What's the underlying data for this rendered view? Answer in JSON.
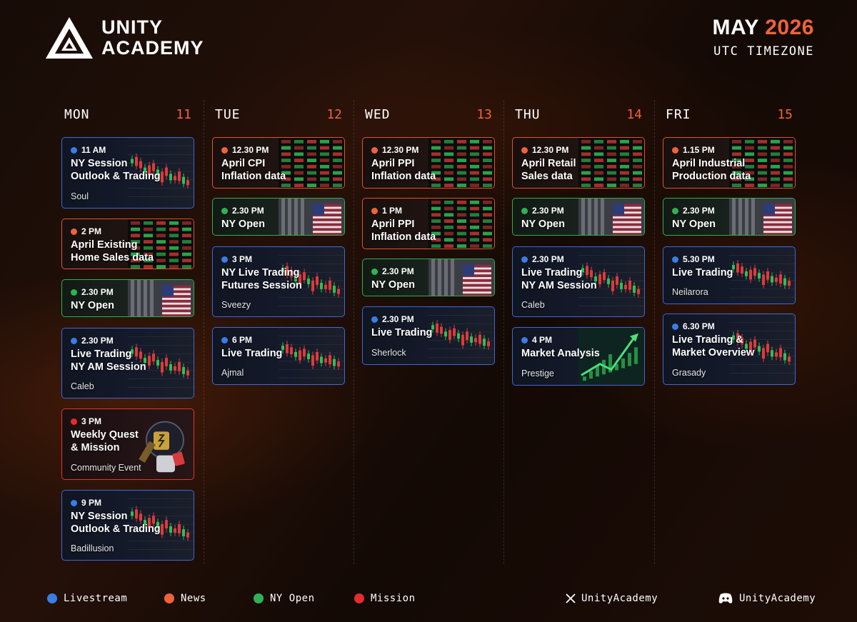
{
  "brand": {
    "line1": "UNITY",
    "line2": "ACADEMY"
  },
  "header": {
    "month": "MAY",
    "year": "2026",
    "timezone": "UTC TIMEZONE"
  },
  "colors": {
    "livestream": "#3a7de6",
    "news": "#f0633a",
    "ny_open": "#2fb352",
    "mission": "#e52b2b",
    "accent": "#f0633a"
  },
  "days": [
    {
      "name": "MON",
      "date": "11",
      "events": [
        {
          "type": "live",
          "time": "11 AM",
          "title": [
            "NY Session",
            "Outlook & Trading"
          ],
          "host": "Soul"
        },
        {
          "type": "news",
          "time": "2 PM",
          "title": [
            "April Existing",
            "Home Sales data"
          ],
          "host": ""
        },
        {
          "type": "open",
          "time": "2.30 PM",
          "title": [
            "NY Open"
          ],
          "host": ""
        },
        {
          "type": "live",
          "time": "2.30 PM",
          "title": [
            "Live Trading",
            "NY AM Session"
          ],
          "host": "Caleb"
        },
        {
          "type": "mission",
          "time": "3 PM",
          "title": [
            "Weekly Quest",
            "& Mission"
          ],
          "host": "Community Event"
        },
        {
          "type": "live",
          "time": "9 PM",
          "title": [
            "NY Session",
            "Outlook & Trading"
          ],
          "host": "Badillusion"
        }
      ]
    },
    {
      "name": "TUE",
      "date": "12",
      "events": [
        {
          "type": "news",
          "time": "12.30 PM",
          "title": [
            "April CPI",
            "Inflation data"
          ],
          "host": ""
        },
        {
          "type": "open",
          "time": "2.30 PM",
          "title": [
            "NY Open"
          ],
          "host": ""
        },
        {
          "type": "live",
          "time": "3 PM",
          "title": [
            "NY Live Trading",
            "Futures Session"
          ],
          "host": "Sveezy"
        },
        {
          "type": "live",
          "time": "6 PM",
          "title": [
            "Live Trading"
          ],
          "host": "Ajmal"
        }
      ]
    },
    {
      "name": "WED",
      "date": "13",
      "events": [
        {
          "type": "news",
          "time": "12.30 PM",
          "title": [
            "April PPI",
            "Inflation data"
          ],
          "host": ""
        },
        {
          "type": "news",
          "time": "1 PM",
          "title": [
            "April PPI",
            "Inflation data"
          ],
          "host": ""
        },
        {
          "type": "open",
          "time": "2.30 PM",
          "title": [
            "NY Open"
          ],
          "host": ""
        },
        {
          "type": "live",
          "time": "2.30 PM",
          "title": [
            "Live Trading"
          ],
          "host": "Sherlock"
        }
      ]
    },
    {
      "name": "THU",
      "date": "14",
      "events": [
        {
          "type": "news",
          "time": "12.30 PM",
          "title": [
            "April Retail",
            "Sales data"
          ],
          "host": ""
        },
        {
          "type": "open",
          "time": "2.30 PM",
          "title": [
            "NY Open"
          ],
          "host": ""
        },
        {
          "type": "live",
          "time": "2.30 PM",
          "title": [
            "Live Trading",
            "NY AM Session"
          ],
          "host": "Caleb"
        },
        {
          "type": "live",
          "time": "4 PM",
          "title": [
            "Market Analysis"
          ],
          "host": "Prestige"
        }
      ]
    },
    {
      "name": "FRI",
      "date": "15",
      "events": [
        {
          "type": "news",
          "time": "1.15 PM",
          "title": [
            "April Industrial",
            "Production data"
          ],
          "host": ""
        },
        {
          "type": "open",
          "time": "2.30 PM",
          "title": [
            "NY Open"
          ],
          "host": ""
        },
        {
          "type": "live",
          "time": "5.30 PM",
          "title": [
            "Live Trading"
          ],
          "host": "Neilarora"
        },
        {
          "type": "live",
          "time": "6.30 PM",
          "title": [
            "Live Trading &",
            "Market Overview"
          ],
          "host": "Grasady"
        }
      ]
    }
  ],
  "legend": [
    {
      "label": "Livestream",
      "type": "live"
    },
    {
      "label": "News",
      "type": "news"
    },
    {
      "label": "NY Open",
      "type": "open"
    },
    {
      "label": "Mission",
      "type": "mission"
    }
  ],
  "social": {
    "x_handle": "UnityAcademy",
    "discord_handle": "UnityAcademy"
  }
}
